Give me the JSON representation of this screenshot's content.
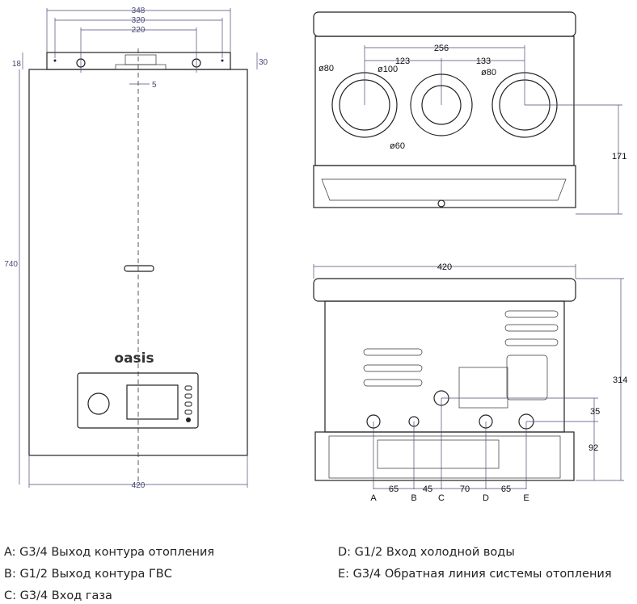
{
  "front_view": {
    "brand": "oasis",
    "dims": {
      "w348": "348",
      "w320": "320",
      "w220": "220",
      "h18": "18",
      "h30": "30",
      "off5": "5",
      "h740": "740",
      "w420": "420"
    }
  },
  "top_view": {
    "dims": {
      "d256": "256",
      "d123": "123",
      "d133": "133",
      "d171": "171"
    },
    "labels": {
      "phi80_left": "ø80",
      "phi100": "ø100",
      "phi80_right": "ø80",
      "phi60": "ø60"
    }
  },
  "bottom_view": {
    "dims": {
      "w420": "420",
      "h314": "314",
      "h35": "35",
      "h92": "92",
      "ab": "65",
      "bc": "45",
      "cd": "70",
      "de": "65"
    },
    "fittings": [
      "A",
      "B",
      "C",
      "D",
      "E"
    ]
  },
  "legend": {
    "a": "A: G3/4 Выход контура отопления",
    "b": "B: G1/2 Выход контура ГВС",
    "c": "C: G3/4 Вход газа",
    "d": "D: G1/2 Вход холодной воды",
    "e": "E: G3/4 Обратная линия системы отопления"
  }
}
